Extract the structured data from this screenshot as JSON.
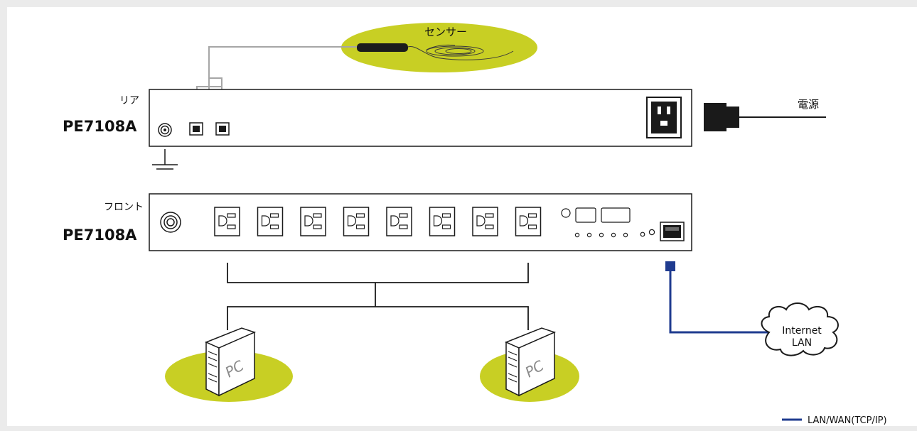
{
  "labels": {
    "sensor": "センサー",
    "rear": "リア",
    "rear_model": "PE7108A",
    "front": "フロント",
    "front_model": "PE7108A",
    "power": "電源",
    "internet": "Internet",
    "lan": "LAN",
    "pc_left": "PC",
    "pc_right": "PC"
  },
  "legend": {
    "label": "LAN/WAN(TCP/IP)",
    "color": "#1f3b8f"
  },
  "colors": {
    "background": "#ebebeb",
    "panel": "#ffffff",
    "ellipse": "#c8cf24",
    "line": "#1a1a1a",
    "sensor_cable": "#a6a6a6",
    "network_cable": "#1f3b8f"
  },
  "device": {
    "outlet_count": 8
  }
}
